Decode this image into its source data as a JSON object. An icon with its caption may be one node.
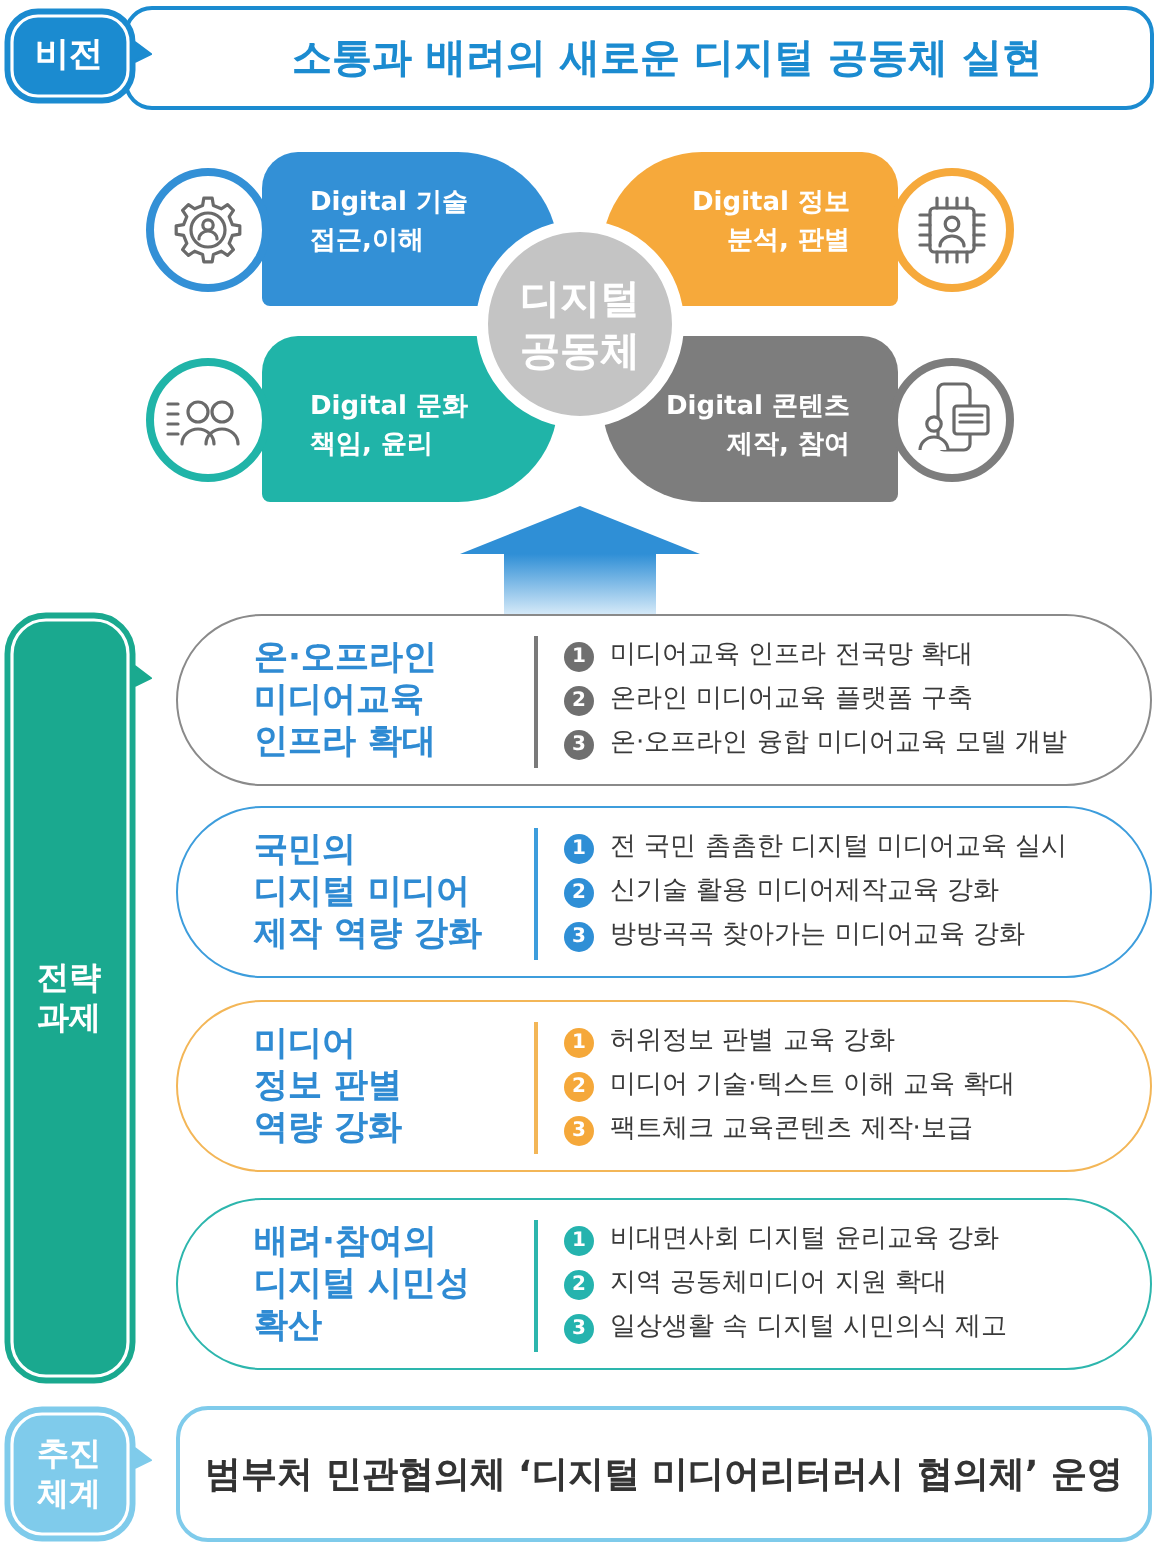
{
  "diagram": {
    "nodes": [
      {
        "text": [
          "비전"
        ]
      },
      {
        "text": [
          "소통과 배려의 새로운 디지털 공동체 실현"
        ]
      },
      {
        "text": [
          "Digital 기술 접근,이해"
        ]
      },
      {
        "text": [
          "Digital 정보 분석, 판별"
        ]
      },
      {
        "text": [
          "디지털 공동체"
        ]
      },
      {
        "text": [
          "Digital 문화 책임, 윤리"
        ]
      },
      {
        "text": [
          "Digital 콘텐츠 제작, 참여"
        ]
      },
      {
        "text": [
          "전략 과제"
        ]
      },
      {
        "text": [
          "온·오프라인 미디어교육 인프라 확대",
          "미디어교육 인프라 전국망 확대",
          "온라인 미디어교육 플랫폼 구축",
          "온·오프라인 융합 미디어교육 모델 개발"
        ]
      },
      {
        "text": [
          "1"
        ],
        "in": 8
      },
      {
        "text": [
          "2"
        ],
        "in": 8
      },
      {
        "text": [
          "3"
        ],
        "in": 8
      },
      {
        "text": [
          "국민의 디지털 미디어 제작 역량 강화",
          "전 국민 촘촘한 디지털 미디어교육 실시",
          "신기술 활용 미디어제작교육 강화",
          "방방곡곡 찾아가는 미디어교육 강화"
        ]
      },
      {
        "text": [
          "1"
        ],
        "in": 12
      },
      {
        "text": [
          "2"
        ],
        "in": 12
      },
      {
        "text": [
          "3"
        ],
        "in": 12
      },
      {
        "text": [
          "미디어 정보 판별 역량 강화",
          "허위정보 판별 교육 강화",
          "미디어 기술·텍스트 이해 교육 확대",
          "팩트체크 교육콘텐츠 제작·보급"
        ]
      },
      {
        "text": [
          "1"
        ],
        "in": 16
      },
      {
        "text": [
          "2"
        ],
        "in": 16
      },
      {
        "text": [
          "3"
        ],
        "in": 16
      },
      {
        "text": [
          "배려·참여의 디지털 시민성 확산",
          "비대면사회 디지털 윤리교육 강화",
          "지역 공동체미디어 지원 확대",
          "일상생활 속 디지털 시민의식 제고"
        ]
      },
      {
        "text": [
          "1"
        ],
        "in": 20
      },
      {
        "text": [
          "2"
        ],
        "in": 20
      },
      {
        "text": [
          "3"
        ],
        "in": 20
      },
      {
        "text": [
          "추진 체계"
        ]
      },
      {
        "text": [
          "범부처 민관협의체 ‘디지털 미디어리터러시 협의체’ 운영"
        ]
      }
    ],
    "edges": [
      {
        "from": 8,
        "to": 4,
        "arrow": "to"
      }
    ]
  }
}
